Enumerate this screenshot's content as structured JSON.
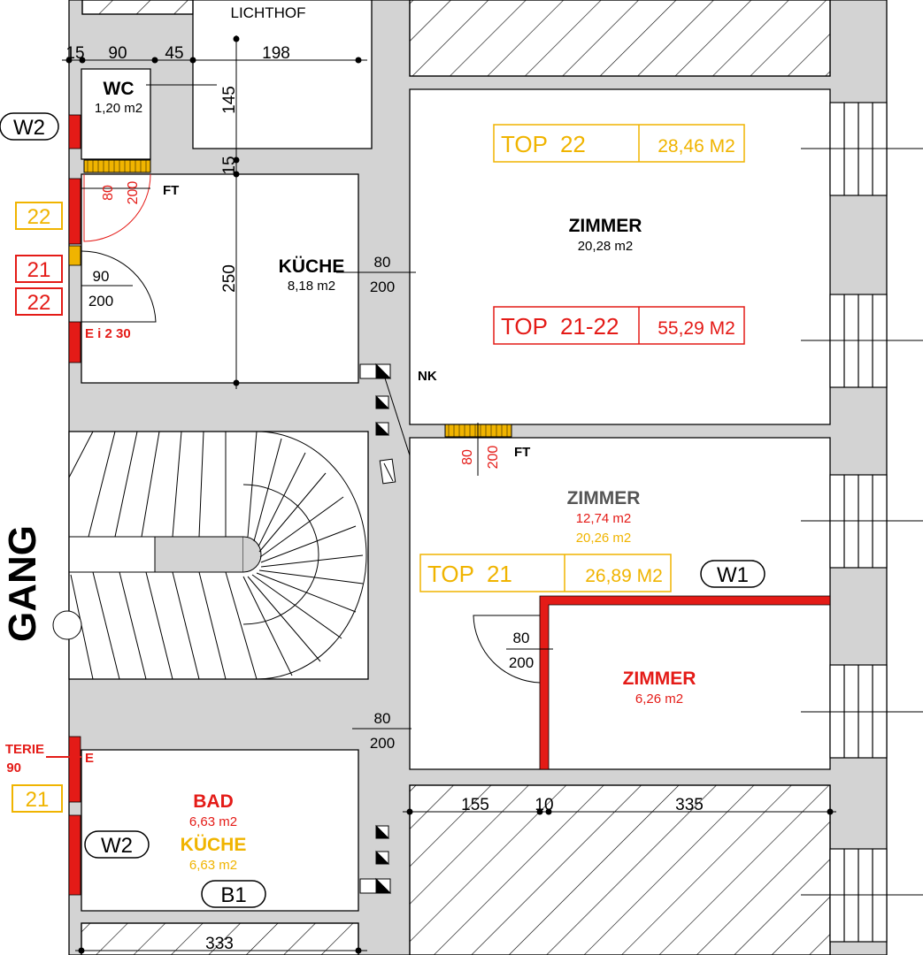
{
  "colors": {
    "wall": "#d3d3d3",
    "line": "#000000",
    "red": "#e41b17",
    "yellow": "#f0b400",
    "gray": "#555555"
  },
  "corridor": {
    "label": "GANG"
  },
  "lightwell": {
    "label": "LICHTHOF"
  },
  "rooms": {
    "wc": {
      "name": "WC",
      "area": "1,20 m2"
    },
    "kueche": {
      "name": "KÜCHE",
      "area": "8,18 m2"
    },
    "zimmer_top": {
      "name": "ZIMMER",
      "area": "20,28 m2"
    },
    "zimmer_mid": {
      "name": "ZIMMER",
      "area_red": "12,74 m2",
      "area_yellow": "20,26 m2"
    },
    "zimmer_small": {
      "name": "ZIMMER",
      "area": "6,26 m2"
    },
    "bad": {
      "name": "BAD",
      "area": "6,63 m2",
      "alt_name": "KÜCHE",
      "alt_area": "6,63 m2"
    }
  },
  "units": {
    "top22": {
      "label": "TOP  22",
      "area": "28,46 M2"
    },
    "top2122": {
      "label": "TOP  21-22",
      "area": "55,29 M2"
    },
    "top21": {
      "label": "TOP  21",
      "area": "26,89 M2"
    }
  },
  "tags": {
    "w2_top": "W2",
    "w2_bottom": "W2",
    "w1": "W1",
    "b1": "B1",
    "t22_yellow": "22",
    "t21_red": "21",
    "t22_red": "22",
    "t21_yellow": "21"
  },
  "marks": {
    "ft_top": "FT",
    "ft_mid": "FT",
    "nk": "NK",
    "ei230": "E i 2 30",
    "e_bottom": "E",
    "terie": "TERIE",
    "terie_num": "90"
  },
  "dims": {
    "d15a": "15",
    "d90": "90",
    "d45": "45",
    "d198": "198",
    "d145": "145",
    "d15b": "15",
    "d250": "250",
    "d155": "155",
    "d10": "10",
    "d335": "335",
    "d333": "333"
  },
  "doors": {
    "wc_w": "80",
    "wc_h": "200",
    "entry_w": "90",
    "entry_h": "200",
    "kueche_w": "80",
    "kueche_h": "200",
    "mid_w": "80",
    "mid_h": "200",
    "small_w": "80",
    "small_h": "200",
    "bad_w": "80",
    "bad_h": "200"
  }
}
